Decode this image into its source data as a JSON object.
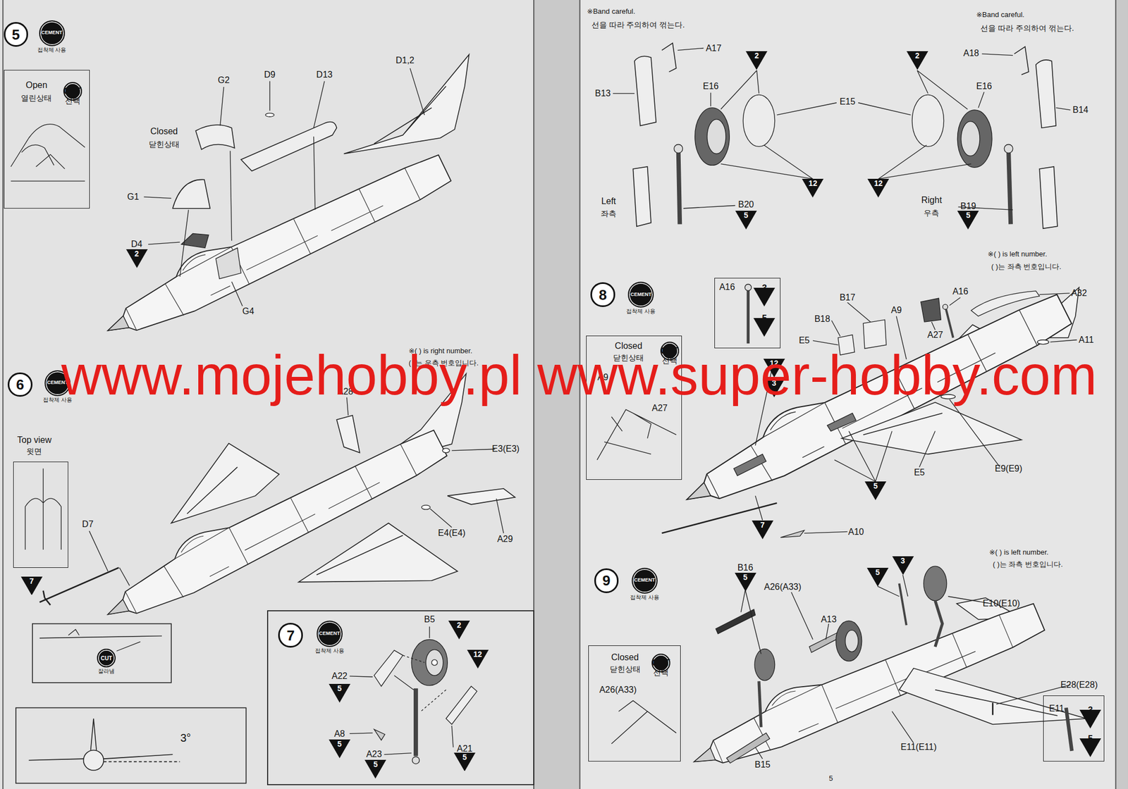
{
  "diagram": {
    "nodes": [
      {
        "text": [
          "5"
        ]
      },
      {
        "text": [
          "CEMENT",
          "접착제 사용"
        ]
      },
      {
        "text": [
          "Open",
          "열린상태"
        ]
      },
      {
        "text": [
          "OPT",
          "선택"
        ],
        "in": 2
      },
      {
        "text": [
          "2"
        ]
      },
      {
        "text": [
          "6"
        ]
      },
      {
        "text": [
          "CEMENT",
          "접착제 사용"
        ]
      },
      {
        "text": [
          "Top view",
          "윗면"
        ]
      },
      {
        "text": [
          "7"
        ]
      },
      {
        "text": [
          "CUT",
          "잘라냄"
        ]
      },
      {
        "text": [
          "7"
        ]
      },
      {
        "text": [
          "CEMENT",
          "접착제 사용"
        ]
      },
      {
        "text": [
          "2"
        ]
      },
      {
        "text": [
          "12"
        ]
      },
      {
        "text": [
          "5"
        ]
      },
      {
        "text": [
          "5"
        ]
      },
      {
        "text": [
          "5"
        ]
      },
      {
        "text": [
          "5"
        ]
      },
      {
        "text": [
          "2"
        ]
      },
      {
        "text": [
          "2"
        ]
      },
      {
        "text": [
          "12"
        ]
      },
      {
        "text": [
          "12"
        ]
      },
      {
        "text": [
          "5"
        ]
      },
      {
        "text": [
          "5"
        ]
      },
      {
        "text": [
          "8"
        ]
      },
      {
        "text": [
          "CEMENT",
          "접착제 사용"
        ]
      },
      {
        "text": [
          "Closed",
          "닫힌상태"
        ]
      },
      {
        "text": [
          "OPT",
          "선택"
        ],
        "in": 26
      },
      {
        "text": [
          "A16"
        ]
      },
      {
        "text": [
          "3"
        ],
        "in": 28
      },
      {
        "text": [
          "5"
        ],
        "in": 28
      },
      {
        "text": [
          "12"
        ]
      },
      {
        "text": [
          "3"
        ]
      },
      {
        "text": [
          "5"
        ]
      },
      {
        "text": [
          "7"
        ]
      },
      {
        "text": [
          "9"
        ]
      },
      {
        "text": [
          "CEMENT",
          "접착제 사용"
        ]
      },
      {
        "text": [
          "5"
        ]
      },
      {
        "text": [
          "5"
        ]
      },
      {
        "text": [
          "3"
        ]
      },
      {
        "text": [
          "Closed",
          "닫힌상태"
        ]
      },
      {
        "text": [
          "OPT",
          "선택"
        ],
        "in": 40
      },
      {
        "text": [
          "E11"
        ]
      },
      {
        "text": [
          "3"
        ],
        "in": 42
      },
      {
        "text": [
          "5"
        ],
        "in": 42
      }
    ],
    "labels": [
      "G2",
      "D9",
      "D13",
      "D1,2",
      "Closed",
      "닫힌상태",
      "G1",
      "D4",
      "G4",
      "※( ) is right number.",
      "( )는 우측 번호입니다.",
      "A28",
      "E3(E3)",
      "D7",
      "E4(E4)",
      "A29",
      "3°",
      "B5",
      "A22",
      "A8",
      "A23",
      "A21",
      "※Band careful.",
      "선을 따라 주의하여 꺾는다.",
      "※Band careful.",
      "선을 따라 주의하여 꺾는다.",
      "A17",
      "B13",
      "E16",
      "E15",
      "E16",
      "A18",
      "B14",
      "Left",
      "좌측",
      "B20",
      "Right",
      "우측",
      "B19",
      "※( ) is left number.",
      "( )는 좌측 번호입니다.",
      "A9",
      "A27",
      "B17",
      "B18",
      "A9",
      "A16",
      "A32",
      "A27",
      "A11",
      "E5",
      "E5",
      "E9(E9)",
      "A10",
      "※( ) is left number.",
      "( )는 좌측 번호입니다.",
      "B16",
      "A26(A33)",
      "E10(E10)",
      "A13",
      "A26(A33)",
      "E28(E28)",
      "E11(E11)",
      "B15",
      "5",
      "www.mojehobby.pl www.super-hobby.com"
    ]
  }
}
